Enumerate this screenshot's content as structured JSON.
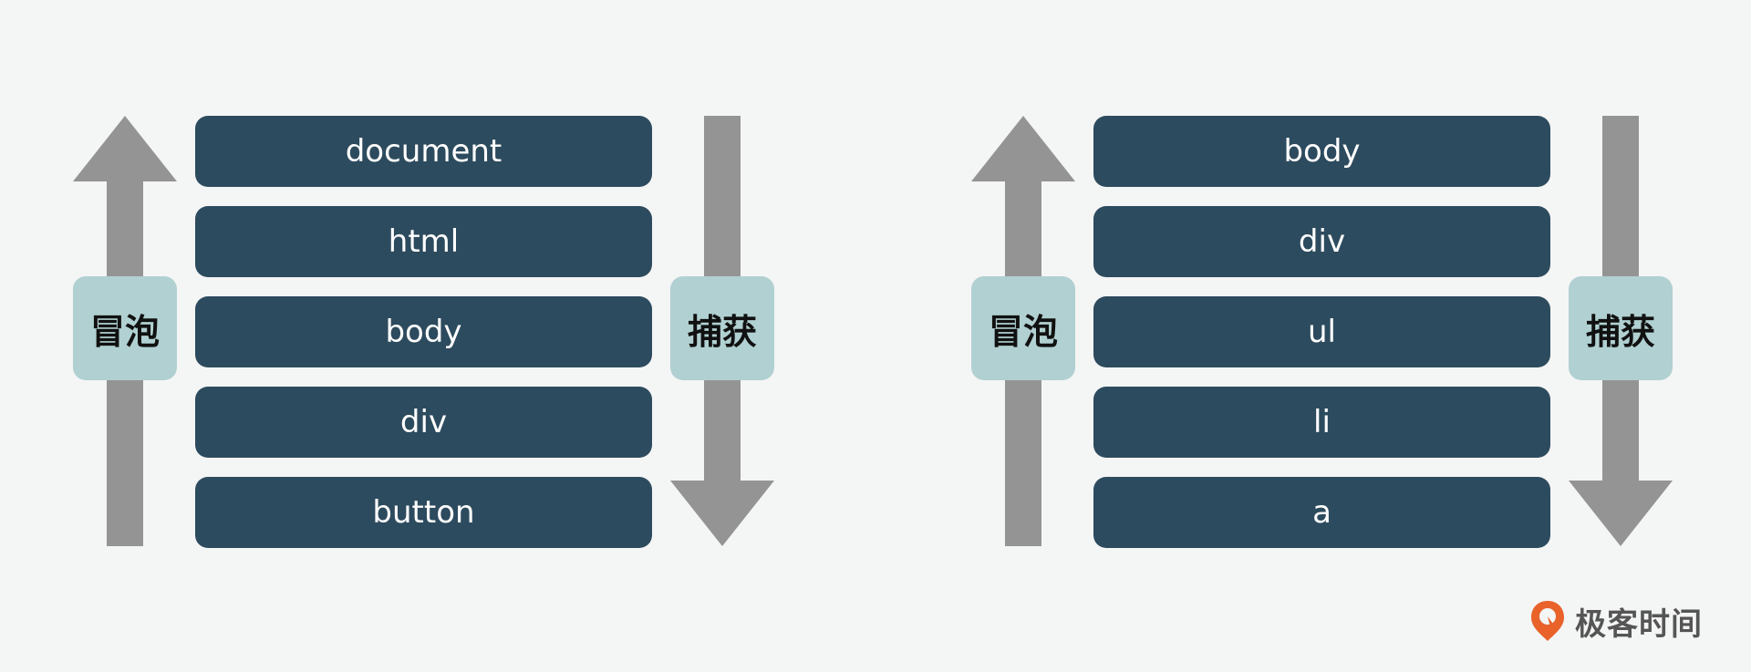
{
  "diagrams": [
    {
      "bubble_label": "冒泡",
      "capture_label": "捕获",
      "nodes": [
        "document",
        "html",
        "body",
        "div",
        "button"
      ]
    },
    {
      "bubble_label": "冒泡",
      "capture_label": "捕获",
      "nodes": [
        "body",
        "div",
        "ul",
        "li",
        "a"
      ]
    }
  ],
  "brand": {
    "name": "极客时间"
  },
  "colors": {
    "background": "#f4f5f5",
    "node_fill": "#2d4b5e",
    "arrow": "#949494",
    "badge": "#b1d0d1",
    "logo": "#e8622a"
  }
}
